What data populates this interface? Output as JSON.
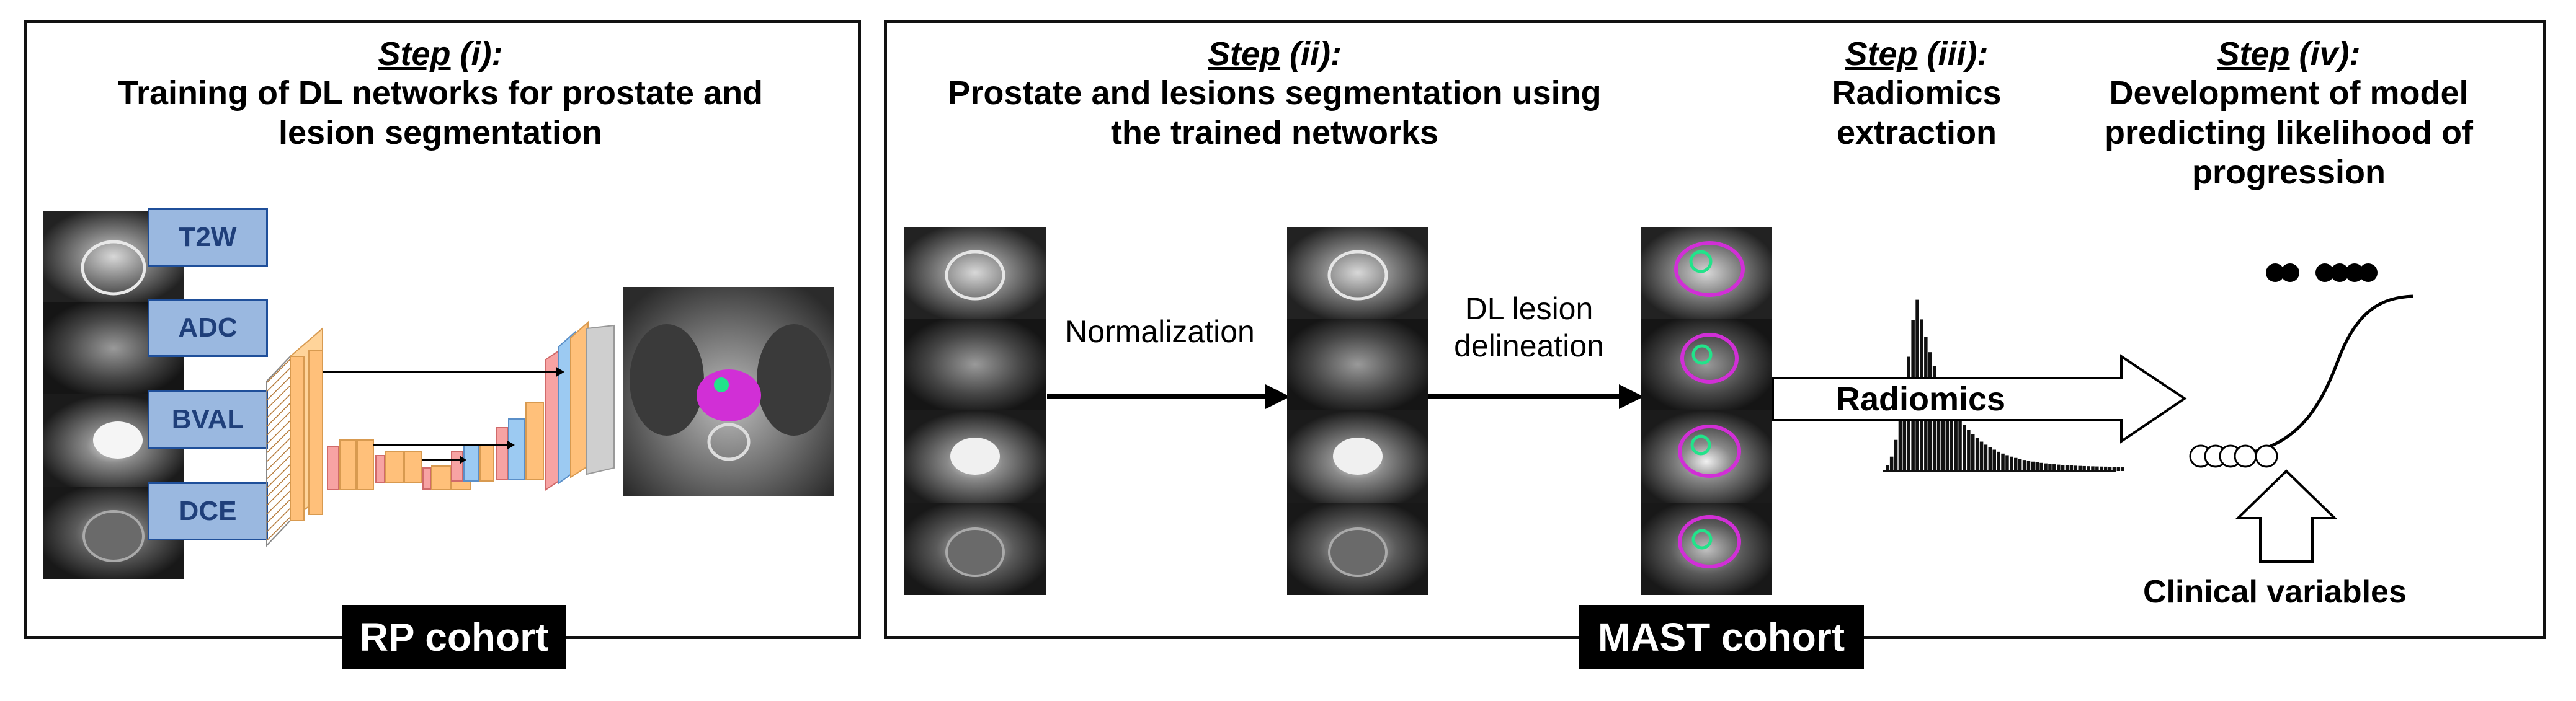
{
  "steps": [
    {
      "label_word": "Step",
      "label_num": " (i):",
      "title_lines": [
        "Training of DL networks for prostate and",
        "lesion segmentation"
      ]
    },
    {
      "label_word": "Step",
      "label_num": " (ii):",
      "title_lines": [
        "Prostate and lesions segmentation using",
        "the trained networks"
      ]
    },
    {
      "label_word": "Step",
      "label_num": " (iii):",
      "title_lines": [
        "Radiomics",
        "extraction"
      ]
    },
    {
      "label_word": "Step",
      "label_num": " (iv):",
      "title_lines": [
        "Development of model",
        "predicting likelihood of",
        "progression"
      ]
    }
  ],
  "modalities": [
    "T2W",
    "ADC",
    "BVAL",
    "DCE"
  ],
  "flow": {
    "normalization": "Normalization",
    "dl_lesion_lines": [
      "DL lesion",
      "delineation"
    ],
    "radiomics": "Radiomics",
    "clinical": "Clinical variables"
  },
  "cohorts": {
    "left": "RP cohort",
    "right": "MAST cohort"
  },
  "colors": {
    "unet_orange": "#ffc07a",
    "unet_pink": "#f7a3a3",
    "unet_blue": "#9ccaf2",
    "modality_fill": "#9ab8e0",
    "segmentation_magenta": "#d12fd6",
    "lesion_green": "#22e38a"
  }
}
